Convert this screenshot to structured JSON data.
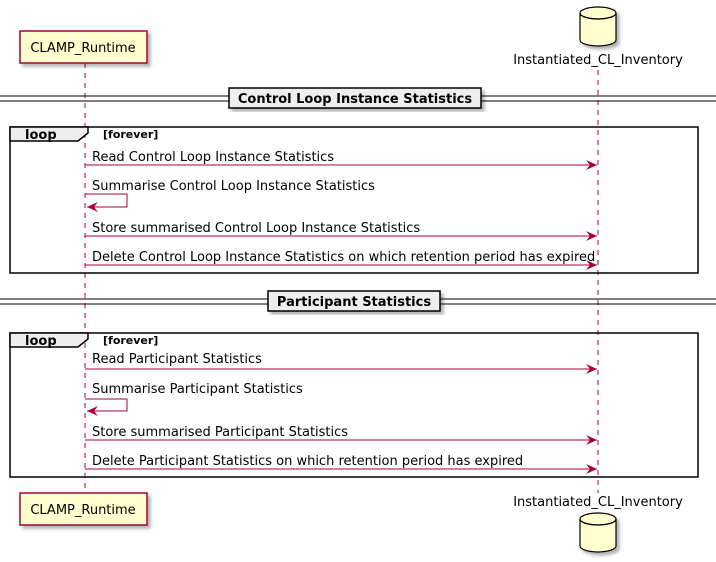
{
  "participants": {
    "runtime": {
      "name": "CLAMP_Runtime"
    },
    "inventory": {
      "name": "Instantiated_CL_Inventory"
    }
  },
  "sections": [
    {
      "divider_title": "Control Loop Instance Statistics",
      "loop_label": "loop",
      "loop_condition": "[forever]",
      "messages": [
        {
          "text": "Read Control Loop Instance Statistics",
          "kind": "to-inventory"
        },
        {
          "text": "Summarise Control Loop Instance Statistics",
          "kind": "self"
        },
        {
          "text": "Store summarised Control Loop Instance Statistics",
          "kind": "to-inventory"
        },
        {
          "text": "Delete Control Loop Instance Statistics on which retention period has expired",
          "kind": "to-inventory"
        }
      ]
    },
    {
      "divider_title": "Participant Statistics",
      "loop_label": "loop",
      "loop_condition": "[forever]",
      "messages": [
        {
          "text": "Read Participant Statistics",
          "kind": "to-inventory"
        },
        {
          "text": "Summarise Participant Statistics",
          "kind": "self"
        },
        {
          "text": "Store summarised Participant Statistics",
          "kind": "to-inventory"
        },
        {
          "text": "Delete Participant Statistics on which retention period has expired",
          "kind": "to-inventory"
        }
      ]
    }
  ],
  "colors": {
    "actor_fill": "#FEFECE",
    "actor_border": "#A80036",
    "arrow": "#A80036",
    "divider_fill": "#EEEEEE",
    "frame_border": "#000000"
  }
}
